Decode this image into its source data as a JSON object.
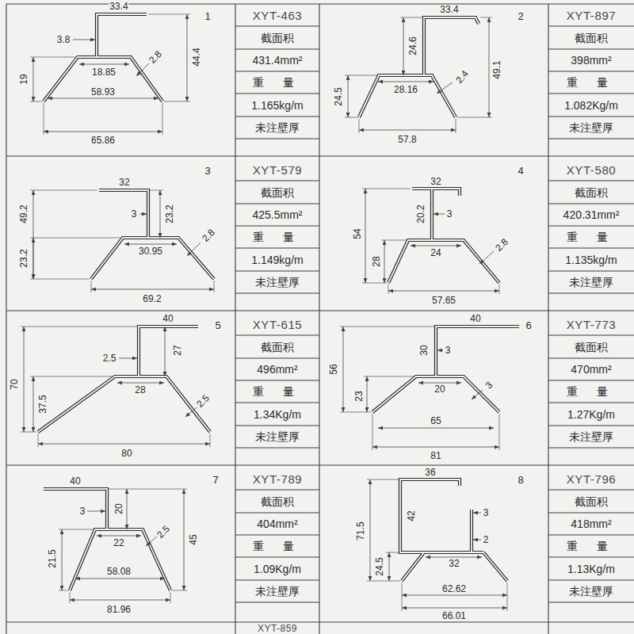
{
  "diagram": {
    "labels": [
      "33.4",
      "1",
      "3.8",
      "44.4",
      "19",
      "18.85",
      "2.8",
      "58.93",
      "65.86",
      "XYT-463",
      "截面积",
      "431.4mm²",
      "重 量",
      "1.165kg/m",
      "未注壁厚",
      "33.4",
      "2",
      "24.6",
      "49.1",
      "24.5",
      "28.16",
      "2.4",
      "57.8",
      "XYT-897",
      "截面积",
      "398mm²",
      "重 量",
      "1.082Kg/m",
      "未注壁厚",
      "32",
      "3",
      "3",
      "23.2",
      "49.2",
      "23.2",
      "30.95",
      "2.8",
      "69.2",
      "XYT-579",
      "截面积",
      "425.5mm²",
      "重 量",
      "1.149kg/m",
      "未注壁厚",
      "32",
      "4",
      "20.2",
      "3",
      "54",
      "28",
      "24",
      "2.8",
      "57.65",
      "XYT-580",
      "截面积",
      "420.31mm²",
      "重 量",
      "1.135kg/m",
      "未注壁厚",
      "40",
      "5",
      "2.5",
      "27",
      "70",
      "37.5",
      "28",
      "2.5",
      "80",
      "XYT-615",
      "截面积",
      "496mm²",
      "重 量",
      "1.34Kg/m",
      "未注壁厚",
      "40",
      "6",
      "30",
      "3",
      "56",
      "23",
      "20",
      "3",
      "65",
      "81",
      "XYT-773",
      "截面积",
      "470mm²",
      "重 量",
      "1.27Kg/m",
      "未注壁厚",
      "40",
      "7",
      "3",
      "20",
      "2.5",
      "45",
      "21.5",
      "22",
      "58.08",
      "81.96",
      "XYT-789",
      "截面积",
      "404mm²",
      "重 量",
      "1.09Kg/m",
      "未注壁厚",
      "36",
      "8",
      "3",
      "42",
      "71.5",
      "2",
      "24.5",
      "32",
      "62.62",
      "66.01",
      "XYT-796",
      "截面积",
      "418mm²",
      "重 量",
      "1.13Kg/m",
      "未注壁厚",
      "XYT-859"
    ]
  }
}
